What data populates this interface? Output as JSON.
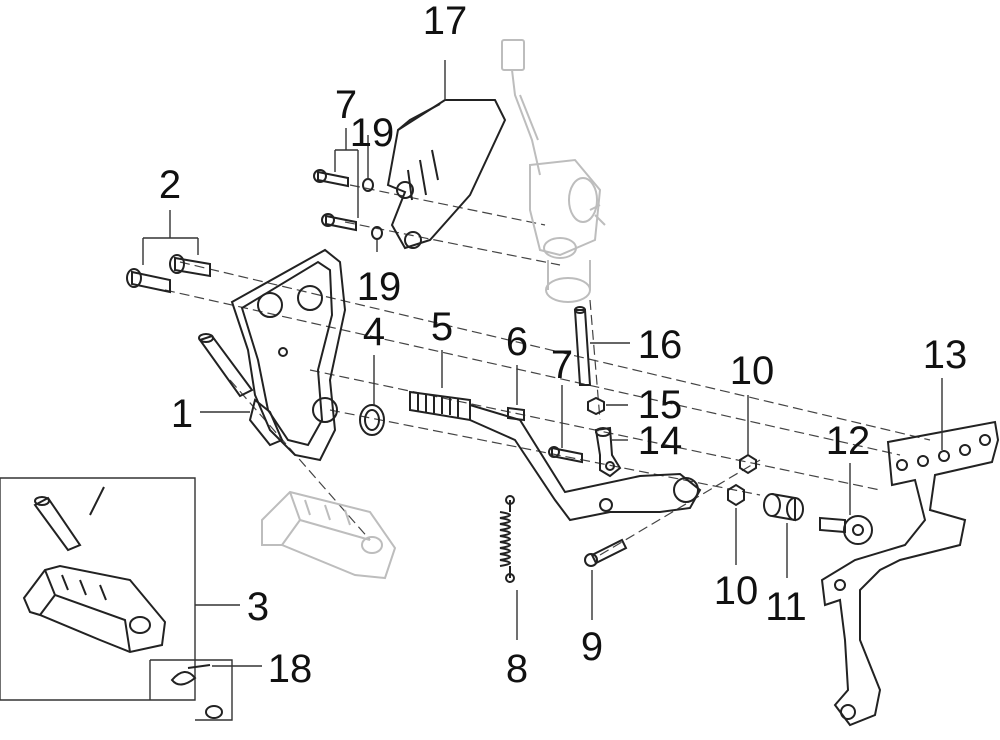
{
  "diagram": {
    "callouts": [
      {
        "id": "c1",
        "text": "1"
      },
      {
        "id": "c2",
        "text": "2"
      },
      {
        "id": "c3",
        "text": "3"
      },
      {
        "id": "c4",
        "text": "4"
      },
      {
        "id": "c5",
        "text": "5"
      },
      {
        "id": "c6",
        "text": "6"
      },
      {
        "id": "c7a",
        "text": "7"
      },
      {
        "id": "c7b",
        "text": "7"
      },
      {
        "id": "c8",
        "text": "8"
      },
      {
        "id": "c9",
        "text": "9"
      },
      {
        "id": "c10a",
        "text": "10"
      },
      {
        "id": "c10b",
        "text": "10"
      },
      {
        "id": "c11",
        "text": "11"
      },
      {
        "id": "c12",
        "text": "12"
      },
      {
        "id": "c13",
        "text": "13"
      },
      {
        "id": "c14",
        "text": "14"
      },
      {
        "id": "c15",
        "text": "15"
      },
      {
        "id": "c16",
        "text": "16"
      },
      {
        "id": "c17",
        "text": "17"
      },
      {
        "id": "c18",
        "text": "18"
      },
      {
        "id": "c19a",
        "text": "19"
      },
      {
        "id": "c19b",
        "text": "19"
      }
    ]
  }
}
